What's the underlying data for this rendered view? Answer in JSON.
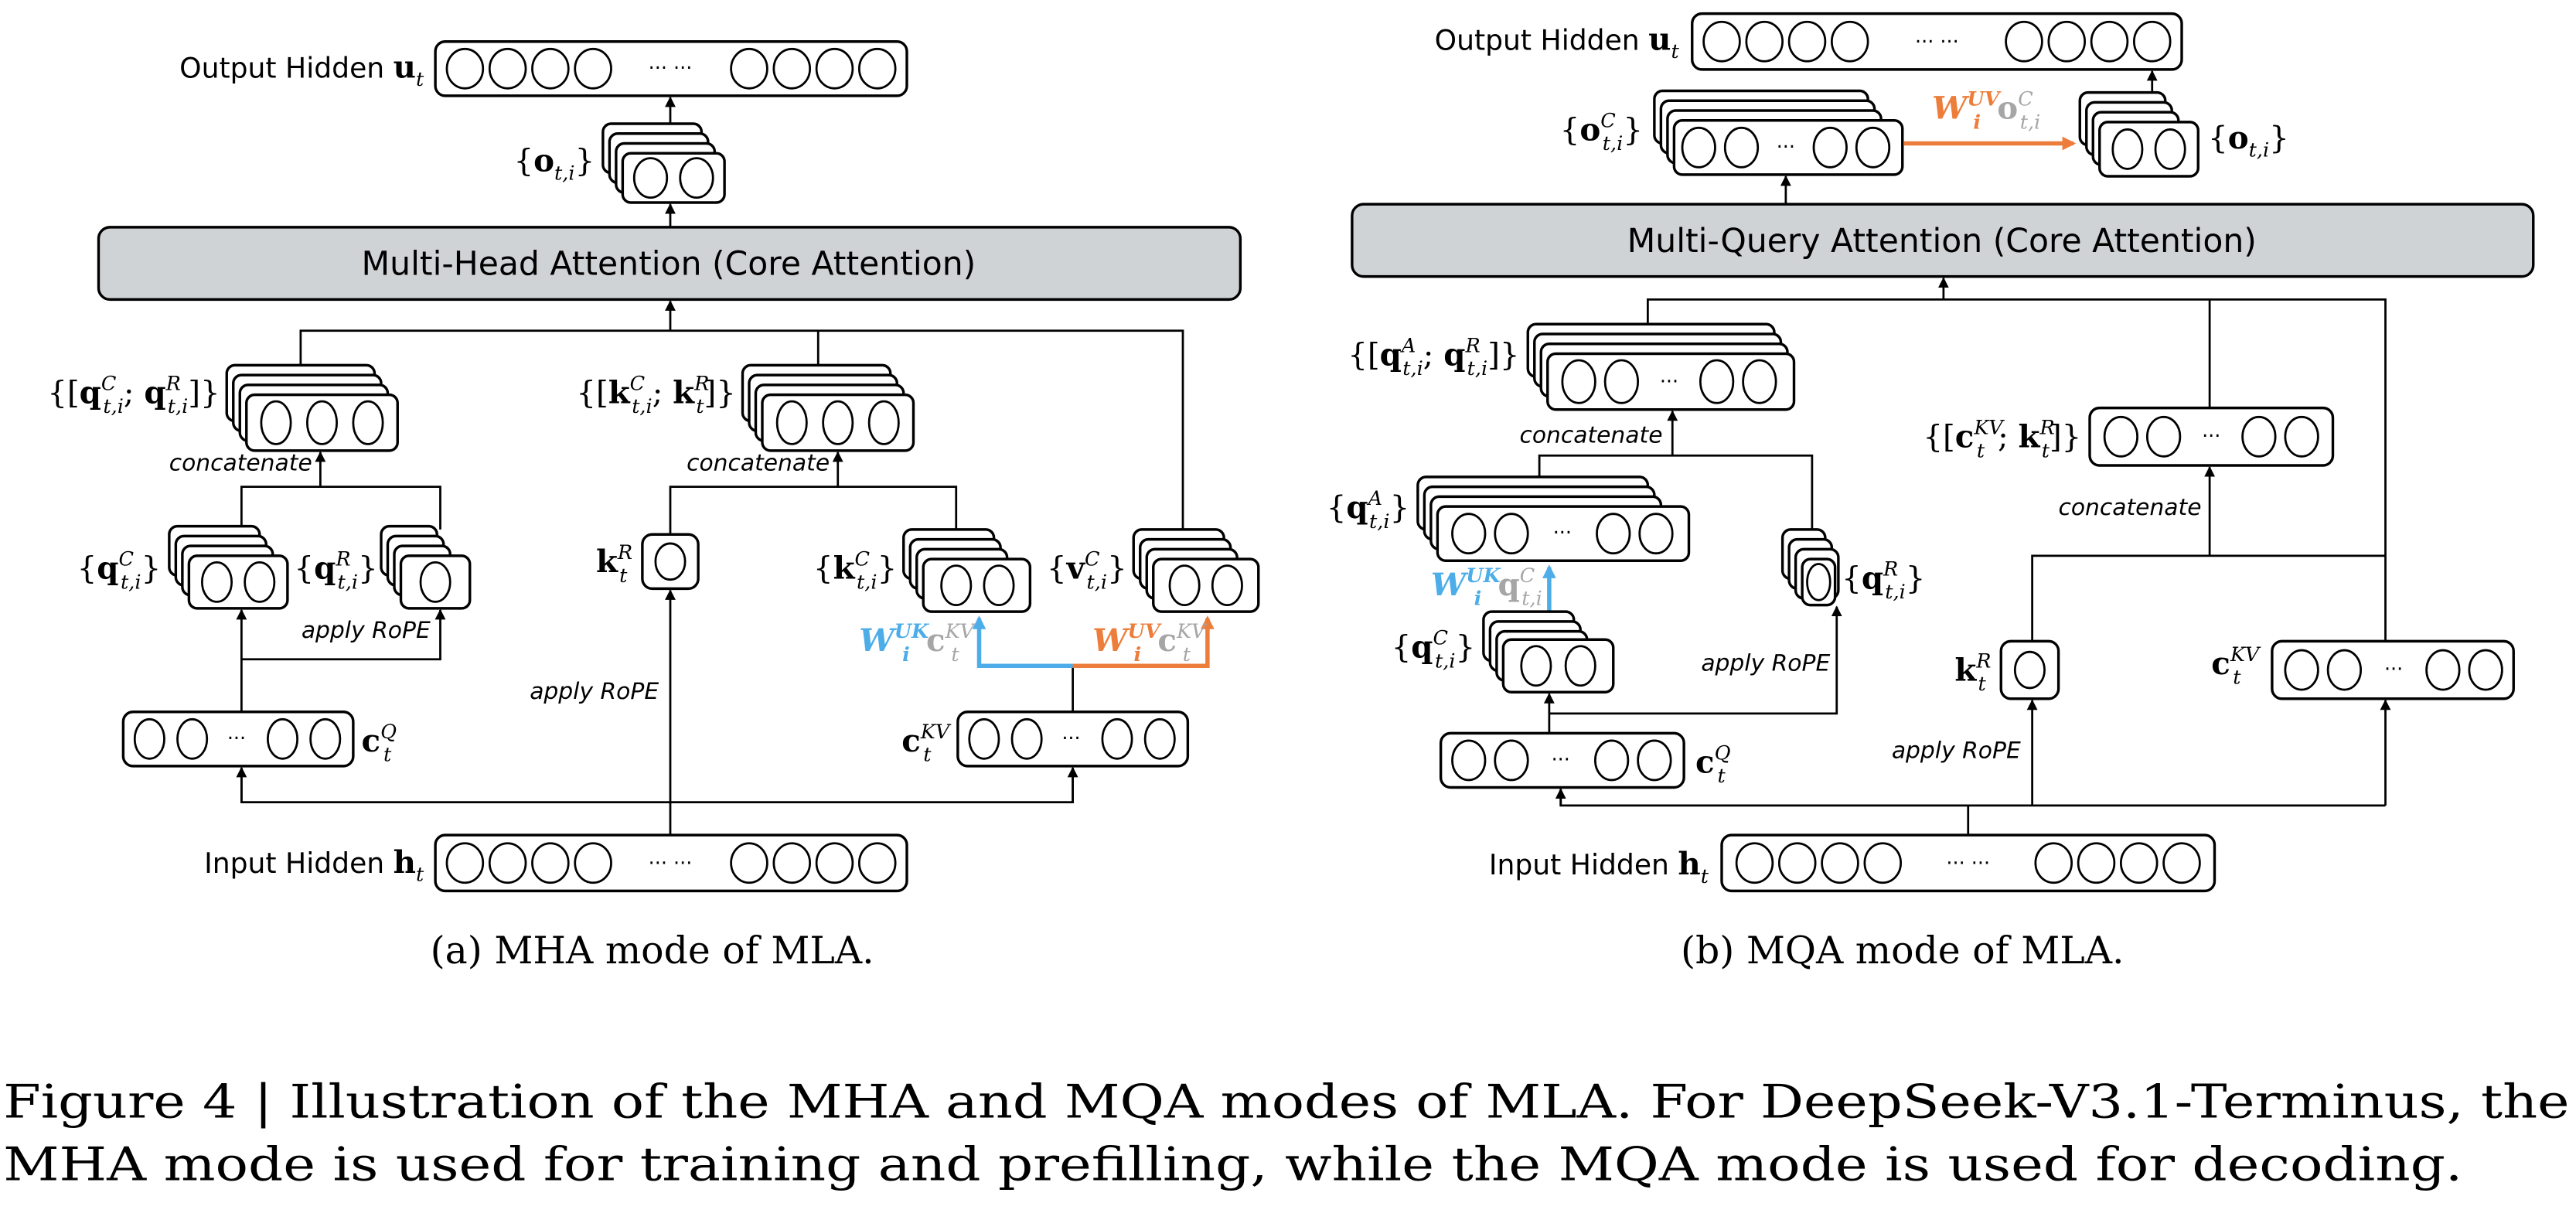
{
  "figure": {
    "caption_prefix": "Figure 4 | ",
    "caption_line1": "Figure 4 | Illustration of the MHA and MQA modes of MLA. For DeepSeek-V3.1-Terminus, the",
    "caption_line2": "MHA mode is used for training and prefilling, while the MQA mode is used for decoding.",
    "colors": {
      "core_attention_fill": "#d0d3d6",
      "absorb_uk": "#4dade8",
      "absorb_uv": "#ed7d3a",
      "latent_operand": "#a6a6a6"
    }
  },
  "common": {
    "ellipsis": "···",
    "ellipsis_double": "··· ···",
    "concatenate": "concatenate",
    "apply_rope": "apply RoPE"
  },
  "mha": {
    "subcaption": "(a)  MHA mode of MLA.",
    "core_label": "Multi-Head Attention (Core Attention)",
    "output_hidden": {
      "text": "Output Hidden ",
      "sym": "u",
      "sub": "t"
    },
    "input_hidden": {
      "text": "Input Hidden ",
      "sym": "h",
      "sub": "t"
    },
    "o": {
      "open": "{",
      "sym": "o",
      "sub": "t,i",
      "close": "}"
    },
    "q_concat": {
      "open": "{[",
      "sym1": "q",
      "sup1": "C",
      "sub1": "t,i",
      "sep": "; ",
      "sym2": "q",
      "sup2": "R",
      "sub2": "t,i",
      "close": "]}"
    },
    "k_concat": {
      "open": "{[",
      "sym1": "k",
      "sup1": "C",
      "sub1": "t,i",
      "sep": "; ",
      "sym2": "k",
      "sup2": "R",
      "sub2": "t",
      "close": "]}"
    },
    "qC": {
      "open": "{",
      "sym": "q",
      "sup": "C",
      "sub": "t,i",
      "close": "}"
    },
    "qR": {
      "open": "{",
      "sym": "q",
      "sup": "R",
      "sub": "t,i",
      "close": "}"
    },
    "kR": {
      "sym": "k",
      "sup": "R",
      "sub": "t"
    },
    "kC": {
      "open": "{",
      "sym": "k",
      "sup": "C",
      "sub": "t,i",
      "close": "}"
    },
    "vC": {
      "open": "{",
      "sym": "v",
      "sup": "C",
      "sub": "t,i",
      "close": "}"
    },
    "cQ": {
      "sym": "c",
      "sup": "Q",
      "sub": "t"
    },
    "cKV": {
      "sym": "c",
      "sup": "KV",
      "sub": "t"
    },
    "w_uk": {
      "W": "W",
      "sup": "UK",
      "sub": "i",
      "op": "c",
      "op_sup": "KV",
      "op_sub": "t"
    },
    "w_uv": {
      "W": "W",
      "sup": "UV",
      "sub": "i",
      "op": "c",
      "op_sup": "KV",
      "op_sub": "t"
    }
  },
  "mqa": {
    "subcaption": "(b)  MQA mode of MLA.",
    "core_label": "Multi-Query Attention (Core Attention)",
    "output_hidden": {
      "text": "Output Hidden ",
      "sym": "u",
      "sub": "t"
    },
    "input_hidden": {
      "text": "Input Hidden ",
      "sym": "h",
      "sub": "t"
    },
    "oC": {
      "open": "{",
      "sym": "o",
      "sup": "C",
      "sub": "t,i",
      "close": "}"
    },
    "o": {
      "open": "{",
      "sym": "o",
      "sub": "t,i",
      "close": "}"
    },
    "w_uv_o": {
      "W": "W",
      "sup": "UV",
      "sub": "i",
      "op": "o",
      "op_sup": "C",
      "op_sub": "t,i"
    },
    "q_concat": {
      "open": "{[",
      "sym1": "q",
      "sup1": "A",
      "sub1": "t,i",
      "sep": "; ",
      "sym2": "q",
      "sup2": "R",
      "sub2": "t,i",
      "close": "]}"
    },
    "ckv_concat": {
      "open": "{[",
      "sym1": "c",
      "sup1": "KV",
      "sub1": "t",
      "sep": "; ",
      "sym2": "k",
      "sup2": "R",
      "sub2": "t",
      "close": "]}"
    },
    "qA": {
      "open": "{",
      "sym": "q",
      "sup": "A",
      "sub": "t,i",
      "close": "}"
    },
    "qC": {
      "open": "{",
      "sym": "q",
      "sup": "C",
      "sub": "t,i",
      "close": "}"
    },
    "qR": {
      "open": "{",
      "sym": "q",
      "sup": "R",
      "sub": "t,i",
      "close": "}"
    },
    "kR": {
      "sym": "k",
      "sup": "R",
      "sub": "t"
    },
    "cQ": {
      "sym": "c",
      "sup": "Q",
      "sub": "t"
    },
    "cKV": {
      "sym": "c",
      "sup": "KV",
      "sub": "t"
    },
    "w_uk_q": {
      "W": "W",
      "sup": "UK",
      "sub": "i",
      "op": "q",
      "op_sup": "C",
      "op_sub": "t,i"
    }
  }
}
